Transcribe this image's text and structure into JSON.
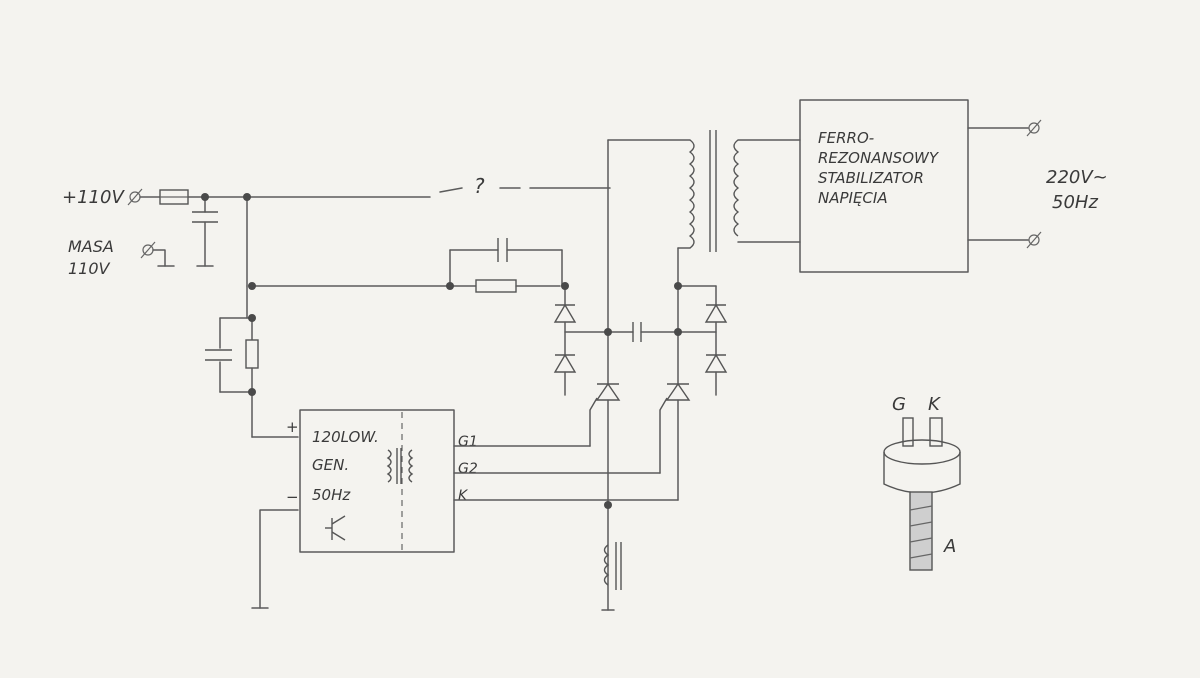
{
  "labels": {
    "input_plus": "+110V",
    "ground_line1": "MASA",
    "ground_line2": "110V",
    "question": "?",
    "stabilizer_l1": "FERRO-",
    "stabilizer_l2": "REZONANSOWY",
    "stabilizer_l3": "STABILIZATOR",
    "stabilizer_l4": "NAPIĘCIA",
    "out_voltage": "220V~",
    "out_freq": "50Hz",
    "gen_l1": "120LOW.",
    "gen_l2": "GEN.",
    "gen_l3": "50Hz",
    "gen_plus": "+",
    "gen_minus": "−",
    "g1": "G1",
    "g2": "G2",
    "k": "K",
    "pkg_g": "G",
    "pkg_k": "K",
    "pkg_a": "A"
  }
}
